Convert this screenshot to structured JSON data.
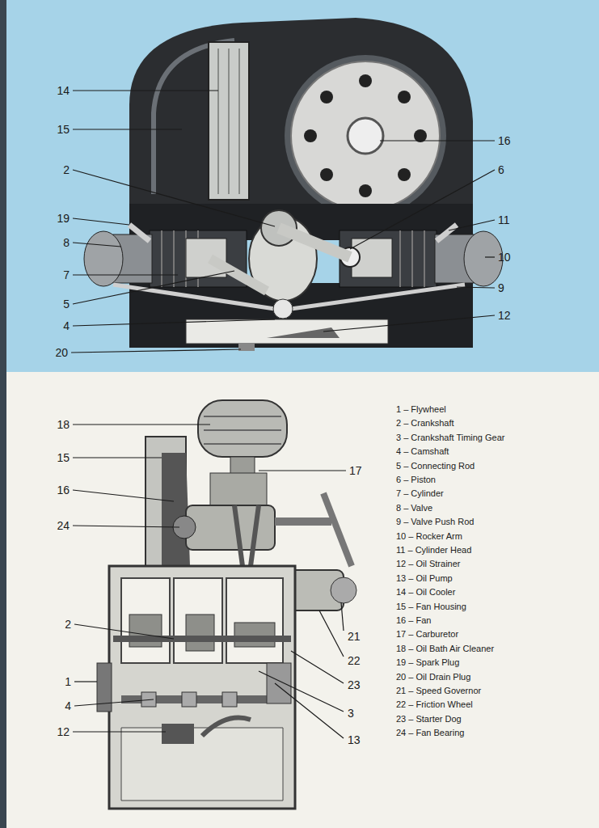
{
  "diagram": {
    "labels": [
      "14",
      "15",
      "2",
      "19",
      "8",
      "7",
      "5",
      "4",
      "20",
      "16",
      "6",
      "11",
      "10",
      "9",
      "12",
      "18",
      "15",
      "16",
      "24",
      "2",
      "1",
      "4",
      "12",
      "17",
      "21",
      "22",
      "23",
      "3",
      "13",
      "1 – Flywheel",
      "2 – Crankshaft",
      "3 – Crankshaft Timing Gear",
      "4 – Camshaft",
      "5 – Connecting Rod",
      "6 – Piston",
      "7 – Cylinder",
      "8 – Valve",
      "9 – Valve Push Rod",
      "10 – Rocker Arm",
      "11 – Cylinder Head",
      "12 – Oil Strainer",
      "13 – Oil Pump",
      "14 – Oil Cooler",
      "15 – Fan Housing",
      "16 – Fan",
      "17 – Carburetor",
      "18 – Oil Bath Air Cleaner",
      "19 – Spark Plug",
      "20 – Oil Drain Plug",
      "21 – Speed Governor",
      "22 – Friction Wheel",
      "23 – Starter Dog",
      "24 – Fan Bearing"
    ]
  }
}
